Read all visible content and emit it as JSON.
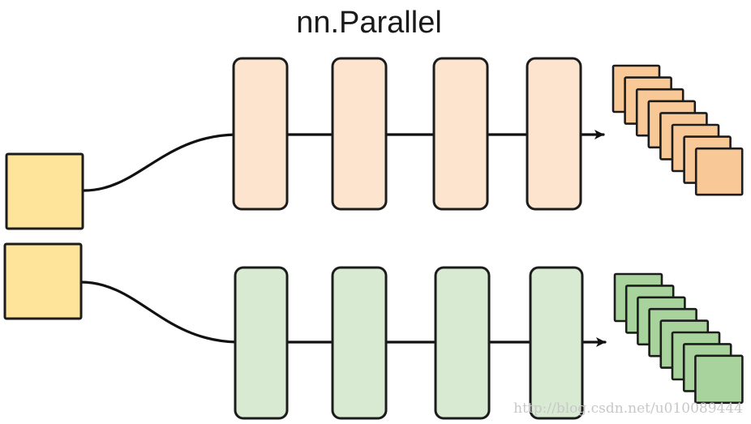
{
  "title": "nn.Parallel",
  "watermark": "http://blog.csdn.net/u010089444",
  "colors": {
    "input_fill": "#fde49a",
    "top_layer_fill": "#fde4ce",
    "top_output_fill": "#f8c896",
    "bottom_layer_fill": "#d8ead2",
    "bottom_output_fill": "#a9d39d",
    "stroke": "#1c1c1c"
  },
  "branches": [
    {
      "name": "top",
      "layer_count": 4,
      "output_stack_count": 8
    },
    {
      "name": "bottom",
      "layer_count": 4,
      "output_stack_count": 8
    }
  ]
}
